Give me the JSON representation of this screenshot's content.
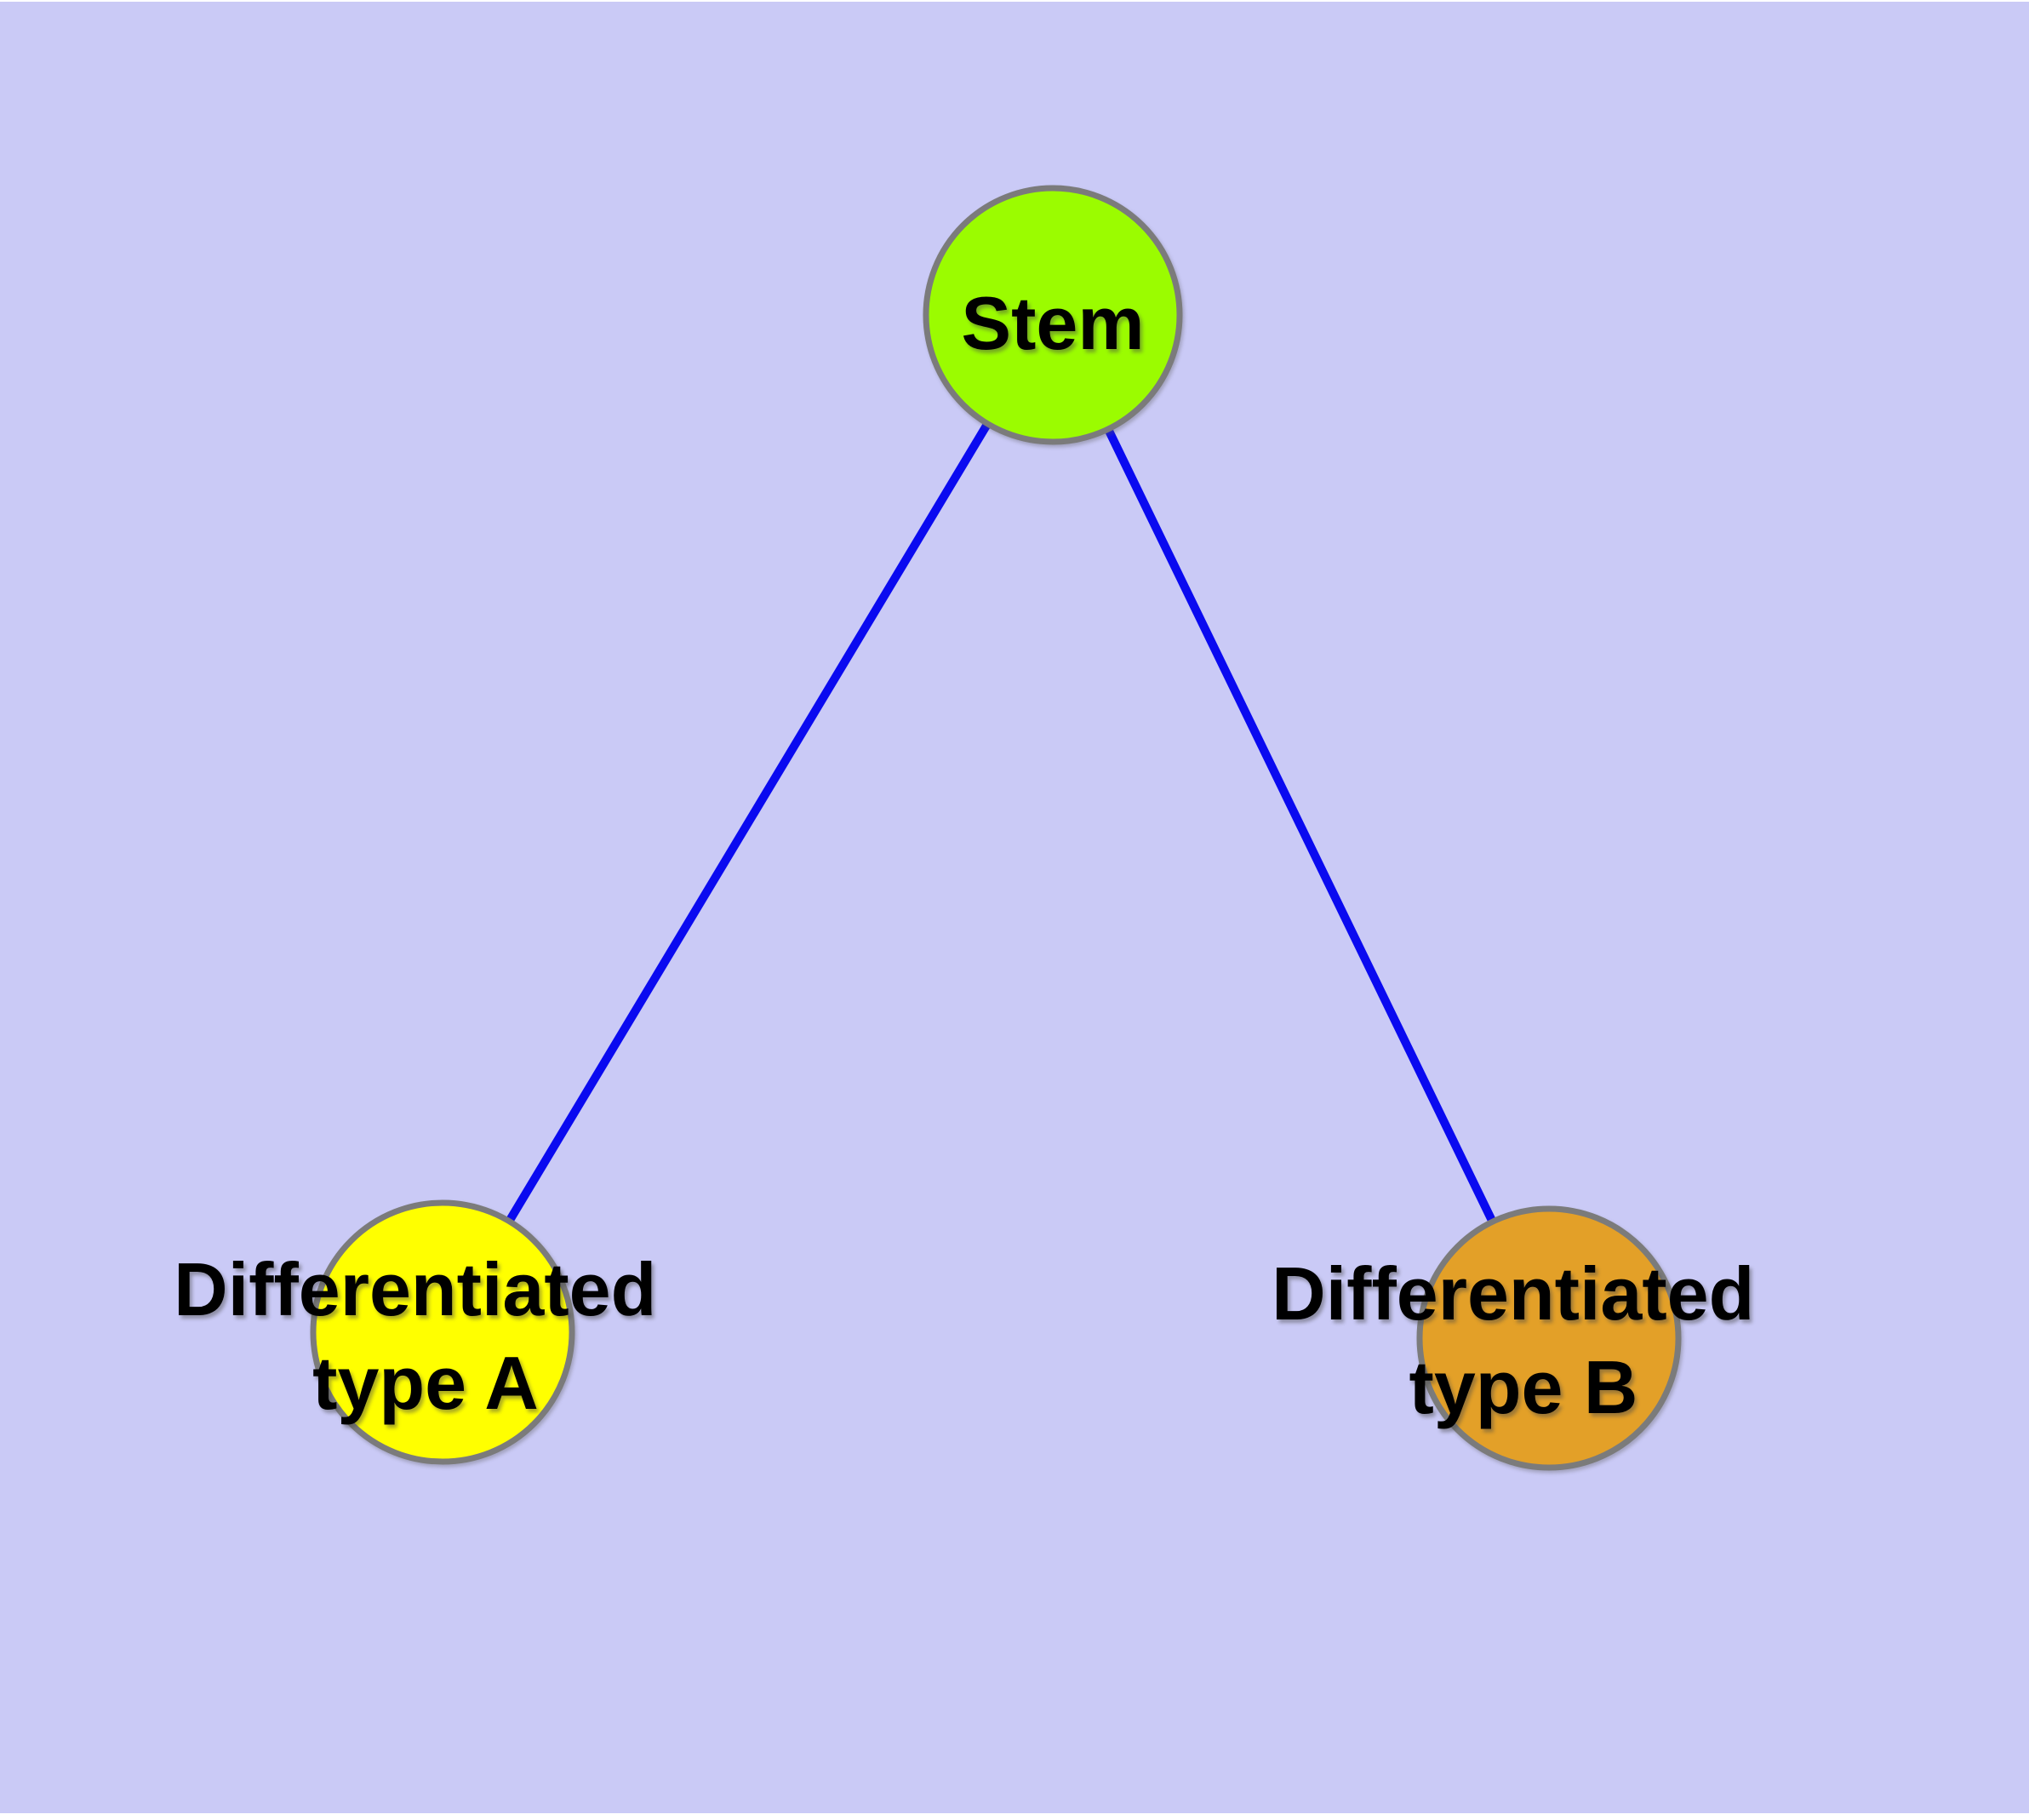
{
  "diagram": {
    "background": "#CACAF6",
    "colors": {
      "edge": "#0A0AF0",
      "node_border": "#7B7B7B",
      "stem_fill": "#9BFC00",
      "type_a_fill": "#FFFF00",
      "type_b_fill": "#E3A028",
      "label_text": "#000000"
    },
    "nodes": [
      {
        "id": "stem",
        "label_lines": [
          "Stem"
        ]
      },
      {
        "id": "type-a",
        "label_lines": [
          "Differentiated",
          "type A"
        ]
      },
      {
        "id": "type-b",
        "label_lines": [
          "Differentiated",
          "type B"
        ]
      }
    ],
    "edges": [
      {
        "from": "stem",
        "to": "type-a"
      },
      {
        "from": "stem",
        "to": "type-b"
      }
    ]
  }
}
